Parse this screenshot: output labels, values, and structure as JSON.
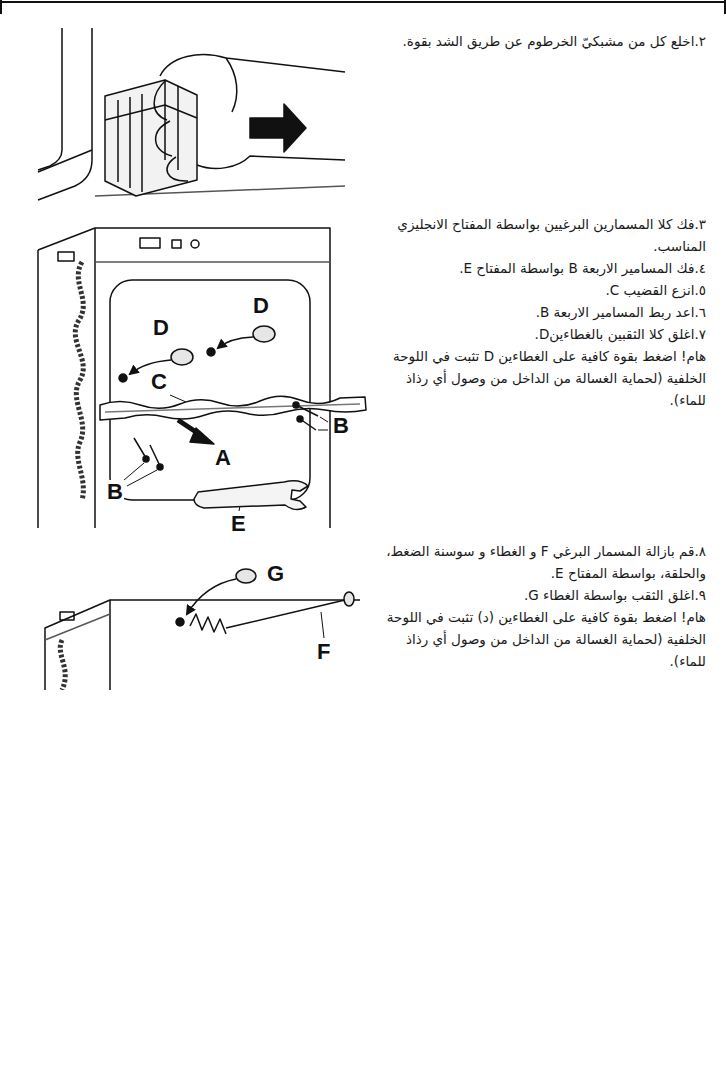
{
  "diagram": {
    "labels": [
      "٢.اخلع كل من مشبكيّ الخرطوم عن طريق الشد بقوة.",
      "٣.فك كلا المسمارين البرغيين بواسطة المفتاح الانجليزي المناسب.",
      "٤.فك المسامير الاربعة B بواسطة المفتاح E.",
      "٥.انزع القضيب C.",
      "٦.اعد ربط المسامير الاربعة B.",
      "٧.اغلق كلا الثقبين بالغطاءينD.",
      "هام! اضغط بقوة كافية على الغطاءين D تثبت في اللوحة الخلفية (لحماية الغسالة من الداخل من وصول أي رذاذ للماء).",
      "٨.قم بازالة المسمار البرغي F و الغطاء و سوسنة الضغط، والحلقة، بواسطة المفتاح E.",
      "٩.اغلق الثقب بواسطة الغطاء G.",
      "هام! اضغط بقوة كافية على الغطاءين (د) تثبت في اللوحة الخلفية (لحماية الغسالة من الداخل من وصول أي رذاذ للماء).",
      "D",
      "D",
      "C",
      "B",
      "B",
      "A",
      "E",
      "G",
      "F"
    ]
  }
}
